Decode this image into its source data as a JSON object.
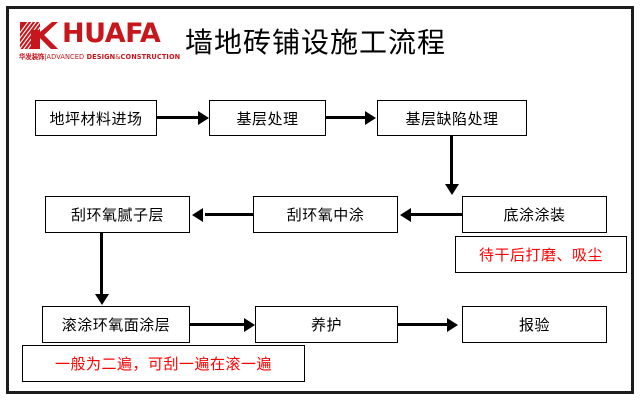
{
  "slide": {
    "title": "墙地砖铺设施工流程",
    "border_color": "#1c1c1c",
    "background": "#ffffff"
  },
  "logo": {
    "name": "HUAFA",
    "wordmark": "HUAFA",
    "tagline_cn": "华发装饰",
    "tagline_sep": "|",
    "tagline_en_1": "ADVANCED",
    "tagline_en_2": "DESIGN",
    "tagline_amp": "&",
    "tagline_en_3": "CONSTRUCTION",
    "brand_color": "#c8161d"
  },
  "flow": {
    "node_border_color": "#000000",
    "note_text_color": "#ff0000",
    "rows": [
      {
        "row": 1,
        "nodes": [
          {
            "id": "n1",
            "label": "地坪材料进场"
          },
          {
            "id": "n2",
            "label": "基层处理"
          },
          {
            "id": "n3",
            "label": "基层缺陷处理"
          }
        ]
      },
      {
        "row": 2,
        "nodes": [
          {
            "id": "n4",
            "label": "刮环氧腻子层"
          },
          {
            "id": "n5",
            "label": "刮环氧中涂"
          },
          {
            "id": "n6",
            "label": "底涂涂装"
          }
        ]
      },
      {
        "row": 3,
        "nodes": [
          {
            "id": "n7",
            "label": "滚涂环氧面涂层"
          },
          {
            "id": "n8",
            "label": "养护"
          },
          {
            "id": "n9",
            "label": "报验"
          }
        ]
      }
    ],
    "notes": [
      {
        "id": "note1",
        "label": "待干后打磨、吸尘",
        "attached_to": "底涂涂装"
      },
      {
        "id": "note2",
        "label": "一般为二遍，可刮一遍在滚一遍",
        "attached_to": "滚涂环氧面涂层"
      }
    ],
    "edges": [
      {
        "from": "地坪材料进场",
        "to": "基层处理",
        "direction": "right"
      },
      {
        "from": "基层处理",
        "to": "基层缺陷处理",
        "direction": "right"
      },
      {
        "from": "基层缺陷处理",
        "to": "底涂涂装",
        "direction": "down"
      },
      {
        "from": "底涂涂装",
        "to": "刮环氧中涂",
        "direction": "left"
      },
      {
        "from": "刮环氧中涂",
        "to": "刮环氧腻子层",
        "direction": "left"
      },
      {
        "from": "刮环氧腻子层",
        "to": "滚涂环氧面涂层",
        "direction": "down"
      },
      {
        "from": "滚涂环氧面涂层",
        "to": "养护",
        "direction": "right"
      },
      {
        "from": "养护",
        "to": "报验",
        "direction": "right"
      }
    ]
  }
}
